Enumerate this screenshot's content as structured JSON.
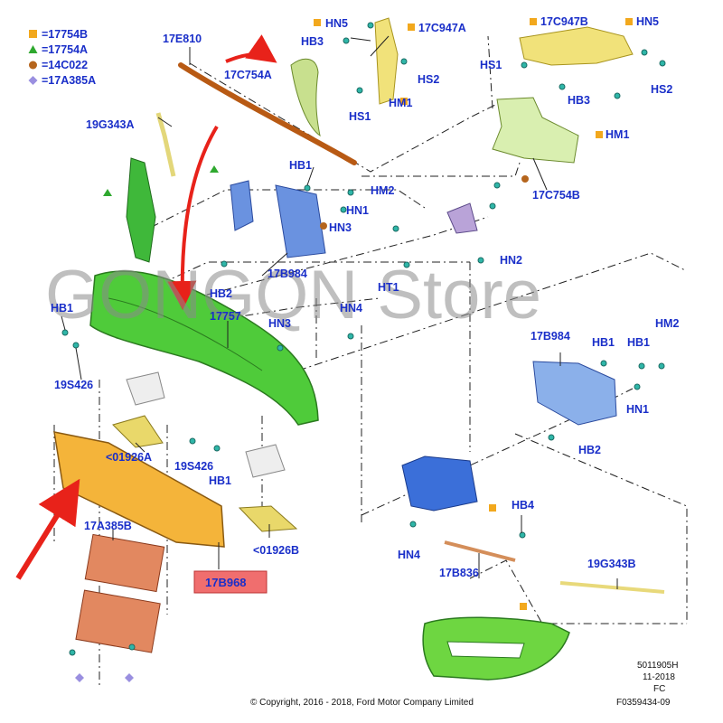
{
  "legend": [
    {
      "symbol": "square",
      "color": "#f2a81d",
      "text": "=17754B"
    },
    {
      "symbol": "triangle",
      "color": "#2ea82e",
      "text": "=17754A"
    },
    {
      "symbol": "circle",
      "color": "#b5651d",
      "text": "=14C022"
    },
    {
      "symbol": "diamond",
      "color": "#9a8fe0",
      "text": "=17A385A"
    }
  ],
  "labels": {
    "hn5_top": "HN5",
    "c947a": "17C947A",
    "hb3_top": "HB3",
    "hs2_top": "HS2",
    "hs1_top": "HS1",
    "hm1_top": "HM1",
    "c754a": "17C754A",
    "e810": "17E810",
    "c947b": "17C947B",
    "hn5_right": "HN5",
    "hs1_right": "HS1",
    "hb3_right": "HB3",
    "hs2_right": "HS2",
    "hm1_right": "HM1",
    "g343a": "19G343A",
    "hb1_a": "HB1",
    "hm2_a": "HM2",
    "hn1_a": "HN1",
    "hn3_a": "HN3",
    "c754b": "17C754B",
    "hn2": "HN2",
    "b984_left": "17B984",
    "hb2_left": "HB2",
    "ht1": "HT1",
    "hb1_left": "HB1",
    "n17757": "17757",
    "hn3_b": "HN3",
    "hn4_a": "HN4",
    "s426_a": "19S426",
    "b984_right": "17B984",
    "hb1_r1": "HB1",
    "hb1_r2": "HB1",
    "hm2_r": "HM2",
    "hn1_r": "HN1",
    "hb2_r": "HB2",
    "n01926a": "<01926A",
    "s426_b": "19S426",
    "hb1_b": "HB1",
    "a385b": "17A385B",
    "n01926b": "<01926B",
    "b968": "17B968",
    "hn4_b": "HN4",
    "hb4": "HB4",
    "b836": "17B836",
    "g343b": "19G343B"
  },
  "highlight_color": "#f06e6e",
  "watermark": "GONGQN  Store",
  "info": {
    "doc_id": "5011905H",
    "date": "11-2018",
    "code": "FC",
    "ref": "F0359434-09",
    "copyright": "© Copyright, 2016 - 2018, Ford Motor Company Limited"
  }
}
